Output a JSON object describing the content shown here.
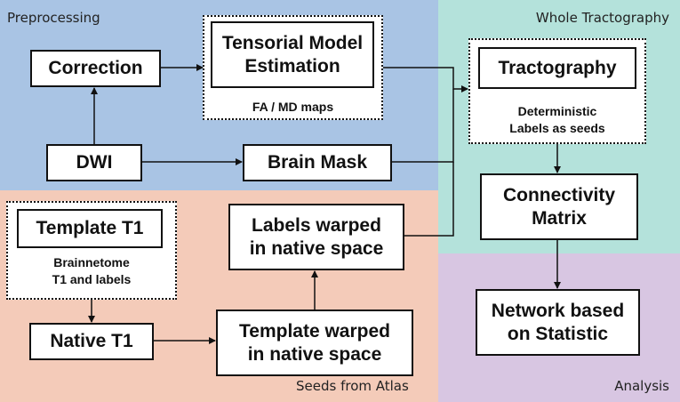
{
  "regions": {
    "preprocessing": "Preprocessing",
    "whole_tractography": "Whole Tractography",
    "seeds_from_atlas": "Seeds from Atlas",
    "analysis": "Analysis"
  },
  "nodes": {
    "correction": "Correction",
    "tensorial_model": "Tensorial Model\nEstimation",
    "fa_md": "FA / MD maps",
    "dwi": "DWI",
    "brain_mask": "Brain Mask",
    "tractography": "Tractography",
    "tractography_sub": "Deterministic\nLabels as seeds",
    "connectivity": "Connectivity\nMatrix",
    "template_t1": "Template T1",
    "template_t1_sub": "Brainnetome\nT1 and labels",
    "labels_warped": "Labels warped\nin native space",
    "native_t1": "Native T1",
    "template_warped": "Template warped\nin native space",
    "network_stat": "Network based\non Statistic"
  },
  "colors": {
    "preprocessing": "#a9c4e4",
    "whole_tractography": "#b4e2db",
    "seeds_from_atlas": "#f4cbb9",
    "analysis": "#d8c6e2"
  }
}
